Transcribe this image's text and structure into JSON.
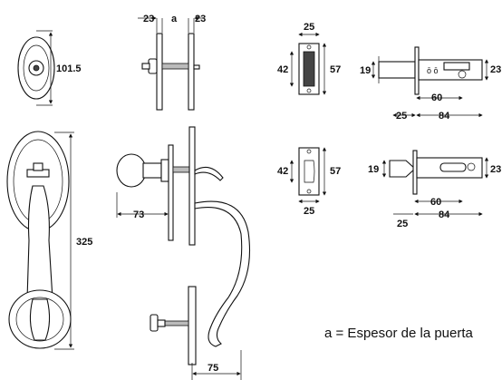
{
  "deadbolt_front": {
    "width_label": "101.5"
  },
  "deadbolt_side": {
    "left_dim": "23",
    "door_dim": "a",
    "right_dim": "23"
  },
  "strike_deadbolt": {
    "top_dim": "25",
    "left_dim": "42",
    "right_dim": "57"
  },
  "latch_deadbolt": {
    "height_dim": "19",
    "backset_dim": "60",
    "face_dim": "25",
    "length_dim": "84",
    "edge_dim": "23"
  },
  "handleset_front": {
    "height_label": "325"
  },
  "knob_side": {
    "projection_dim": "73"
  },
  "strike_latch": {
    "left_dim": "42",
    "right_dim": "57",
    "bottom_dim": "25"
  },
  "latch_spring": {
    "height_dim": "19",
    "backset_dim": "60",
    "face_dim": "25",
    "length_dim": "84",
    "edge_dim": "23"
  },
  "handle_bottom": {
    "width_dim": "75"
  },
  "legend": {
    "text": "a = Espesor de la puerta"
  }
}
